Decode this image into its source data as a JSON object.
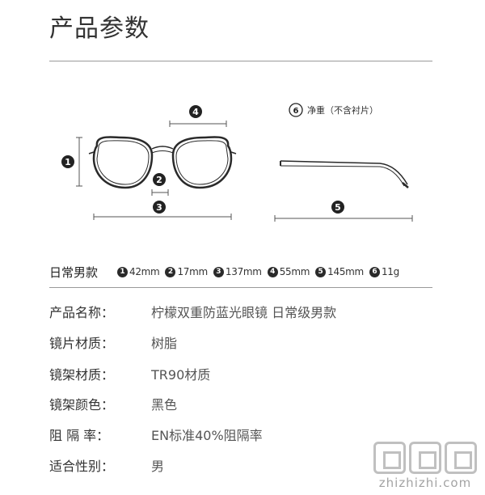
{
  "title": "产品参数",
  "diagram": {
    "markers": [
      "1",
      "2",
      "3",
      "4",
      "5",
      "6"
    ],
    "net_weight_label": "净重（不含衬片）"
  },
  "specs": {
    "label": "日常男款",
    "items": [
      {
        "marker": "1",
        "value": "42mm"
      },
      {
        "marker": "2",
        "value": "17mm"
      },
      {
        "marker": "3",
        "value": "137mm"
      },
      {
        "marker": "4",
        "value": "55mm"
      },
      {
        "marker": "5",
        "value": "145mm"
      },
      {
        "marker": "6",
        "value": "11g"
      }
    ]
  },
  "properties": [
    {
      "label": "产品名称：",
      "value": "柠檬双重防蓝光眼镜 日常级男款"
    },
    {
      "label": "镜片材质：",
      "value": "树脂"
    },
    {
      "label": "镜架材质：",
      "value": "TR90材质"
    },
    {
      "label": "镜架颜色：",
      "value": "黑色"
    },
    {
      "label": "阻 隔 率：",
      "value": "EN标准40%阻隔率"
    },
    {
      "label": "适合性别：",
      "value": "男"
    }
  ],
  "watermark": {
    "site": "zhizhizhi.com"
  }
}
